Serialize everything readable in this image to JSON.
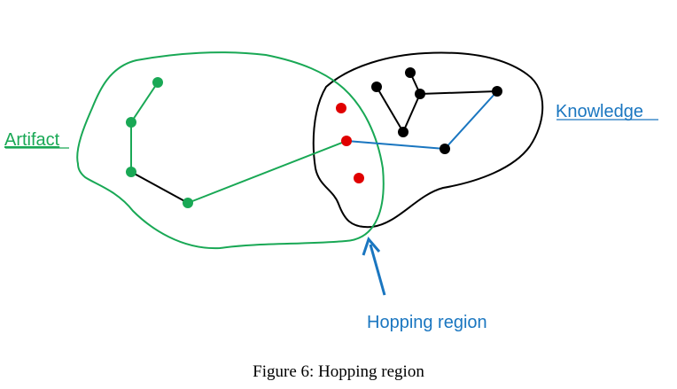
{
  "labels": {
    "artifact": "Artifact",
    "knowledge": "Knowledge",
    "hopping_region": "Hopping region"
  },
  "caption": "Figure 6: Hopping region",
  "colors": {
    "artifact": "#19a855",
    "knowledge": "#000000",
    "hopping": "#e00000",
    "link": "#1a76c0"
  }
}
